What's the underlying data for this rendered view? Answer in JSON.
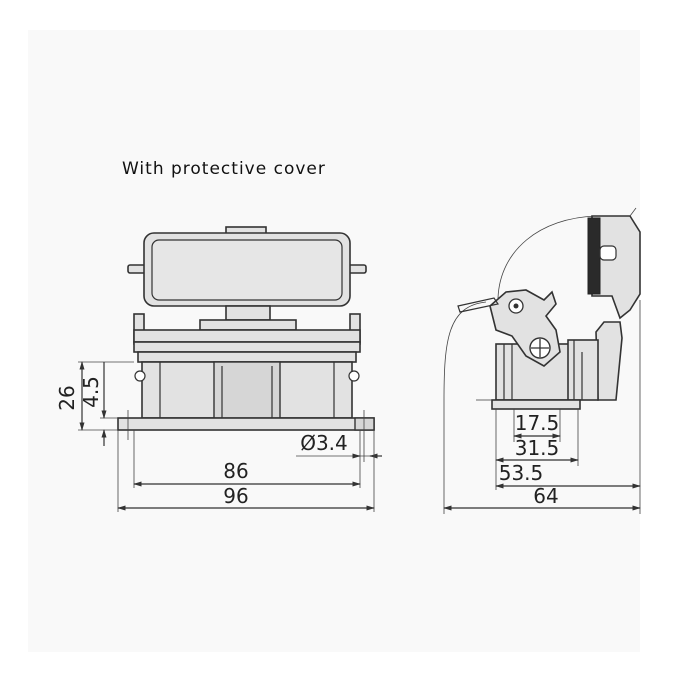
{
  "caption": "With protective cover",
  "front_view": {
    "dims": {
      "height_total": "26",
      "height_flange": "4.5",
      "hole_diameter": "Ø3.4",
      "hole_spacing": "86",
      "overall_width": "96"
    }
  },
  "side_view": {
    "dims": {
      "d1": "17.5",
      "d2": "31.5",
      "d3": "53.5",
      "overall_depth": "64"
    }
  },
  "colors": {
    "part_fill": "#e2e2e2",
    "line": "#333333",
    "background": "#f9f9f9"
  }
}
